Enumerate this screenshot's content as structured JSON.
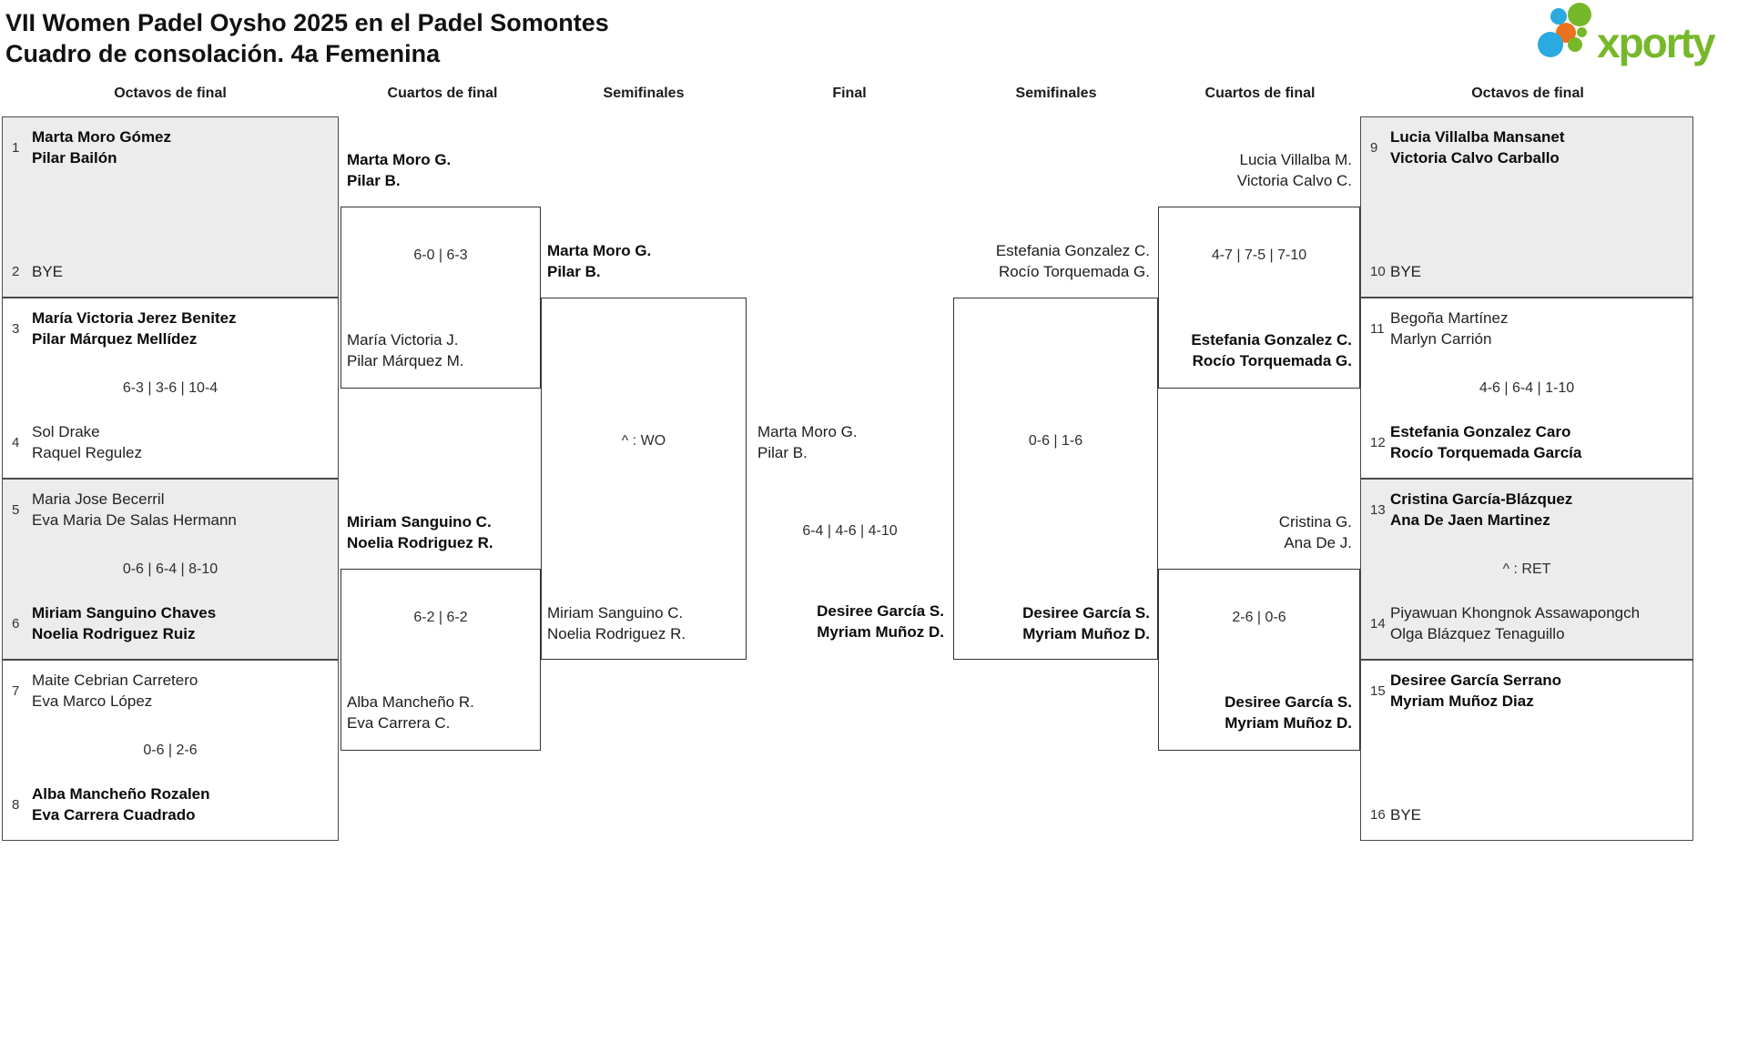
{
  "title": {
    "line1": "VII Women Padel Oysho 2025 en el Padel Somontes",
    "line2": "Cuadro de consolación. 4a Femenina"
  },
  "logo": {
    "text": "xporty",
    "green": "#76b82a",
    "blue": "#2ba9e1",
    "orange": "#e9711f"
  },
  "headers": [
    "Octavos de final",
    "Cuartos de final",
    "Semifinales",
    "Final",
    "Semifinales",
    "Cuartos de final",
    "Octavos de final"
  ],
  "r16": [
    {
      "seed_top": "1",
      "top": [
        "Marta Moro Gómez",
        "Pilar Bailón"
      ],
      "seed_bottom": "2",
      "bottom": [
        "BYE"
      ],
      "score": ""
    },
    {
      "seed_top": "3",
      "top": [
        "María Victoria Jerez Benitez",
        "Pilar Márquez Mellídez"
      ],
      "seed_bottom": "4",
      "bottom": [
        "Sol Drake",
        "Raquel Regulez"
      ],
      "score": "6-3 | 3-6 | 10-4"
    },
    {
      "seed_top": "5",
      "top": [
        "Maria Jose Becerril",
        "Eva Maria De Salas Hermann"
      ],
      "seed_bottom": "6",
      "bottom": [
        "Miriam Sanguino Chaves",
        "Noelia Rodriguez Ruiz"
      ],
      "score": "0-6 | 6-4 | 8-10"
    },
    {
      "seed_top": "7",
      "top": [
        "Maite Cebrian Carretero",
        "Eva Marco López"
      ],
      "seed_bottom": "8",
      "bottom": [
        "Alba Mancheño Rozalen",
        "Eva Carrera Cuadrado"
      ],
      "score": "0-6 | 2-6"
    },
    {
      "seed_top": "9",
      "top": [
        "Lucia Villalba Mansanet",
        "Victoria Calvo Carballo"
      ],
      "seed_bottom": "10",
      "bottom": [
        "BYE"
      ],
      "score": ""
    },
    {
      "seed_top": "11",
      "top": [
        "Begoña Martínez",
        "Marlyn Carrión"
      ],
      "seed_bottom": "12",
      "bottom": [
        "Estefania Gonzalez Caro",
        "Rocío Torquemada García"
      ],
      "score": "4-6 | 6-4 | 1-10"
    },
    {
      "seed_top": "13",
      "top": [
        "Cristina García-Blázquez",
        "Ana De Jaen Martinez"
      ],
      "seed_bottom": "14",
      "bottom": [
        "Piyawuan Khongnok Assawapongch",
        "Olga Blázquez Tenaguillo"
      ],
      "score": "^ : RET"
    },
    {
      "seed_top": "15",
      "top": [
        "Desiree García Serrano",
        "Myriam Muñoz Diaz"
      ],
      "seed_bottom": "16",
      "bottom": [
        "BYE"
      ],
      "score": ""
    }
  ],
  "qf": [
    {
      "advancer": [
        "Marta Moro G.",
        "Pilar B."
      ],
      "score": "6-0 | 6-3",
      "lower": [
        "María Victoria J.",
        "Pilar Márquez M."
      ]
    },
    {
      "advancer": [
        "Miriam Sanguino C.",
        "Noelia Rodriguez R."
      ],
      "score": "6-2 | 6-2",
      "lower": [
        "Alba Mancheño R.",
        "Eva Carrera C."
      ]
    },
    {
      "advancer": [
        "Lucia Villalba M.",
        "Victoria Calvo C."
      ],
      "score": "4-7 | 7-5 | 7-10",
      "lower": [
        "Estefania Gonzalez C.",
        "Rocío Torquemada G."
      ]
    },
    {
      "advancer": [
        "Cristina G.",
        "Ana De J."
      ],
      "score": "2-6 | 0-6",
      "lower": [
        "Desiree García S.",
        "Myriam Muñoz D."
      ]
    }
  ],
  "sf": [
    {
      "advancer": [
        "Marta Moro G.",
        "Pilar B."
      ],
      "score": "^ : WO",
      "lower": [
        "Miriam Sanguino C.",
        "Noelia Rodriguez R."
      ]
    },
    {
      "advancer": [
        "Estefania Gonzalez C.",
        "Rocío Torquemada G."
      ],
      "score": "0-6 | 1-6",
      "lower": [
        "Desiree García S.",
        "Myriam Muñoz D."
      ]
    }
  ],
  "final": {
    "team_left": [
      "Marta Moro G.",
      "Pilar B."
    ],
    "score": "6-4 | 4-6 | 4-10",
    "team_right": [
      "Desiree García S.",
      "Myriam Muñoz D."
    ]
  }
}
